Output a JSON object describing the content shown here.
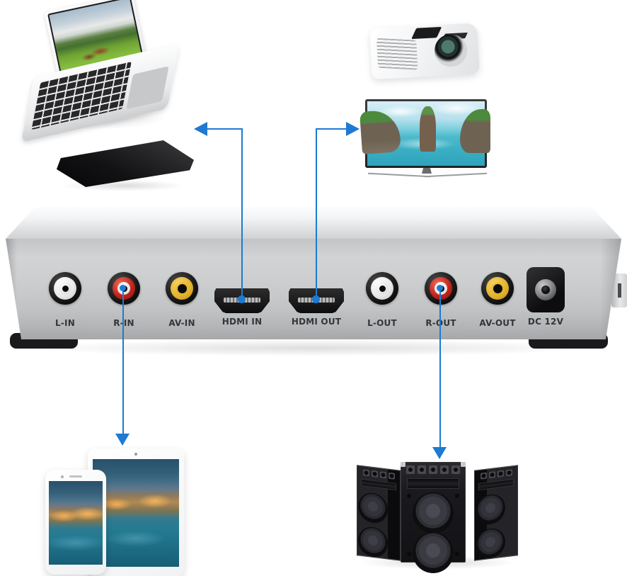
{
  "colors": {
    "accent": "#1e7ad2",
    "rca_white": "#e9e9e9",
    "rca_red": "#c3231c",
    "rca_yellow": "#e5b42f",
    "label_text": "#33363a",
    "body_silver": "#c9cbcd"
  },
  "device": {
    "ports": [
      {
        "label": "L-IN",
        "connector": "rca",
        "color": "white"
      },
      {
        "label": "R-IN",
        "connector": "rca",
        "color": "red"
      },
      {
        "label": "AV-IN",
        "connector": "rca",
        "color": "yellow"
      },
      {
        "label": "HDMI IN",
        "connector": "hdmi"
      },
      {
        "label": "HDMI OUT",
        "connector": "hdmi"
      },
      {
        "label": "L-OUT",
        "connector": "rca",
        "color": "white"
      },
      {
        "label": "R-OUT",
        "connector": "rca",
        "color": "red"
      },
      {
        "label": "AV-OUT",
        "connector": "rca",
        "color": "yellow"
      },
      {
        "label": "DC 12V",
        "connector": "dc-power"
      }
    ]
  },
  "illustrations": [
    "laptop",
    "dvd-player",
    "projector",
    "tv",
    "tablet",
    "smartphone",
    "speakers"
  ],
  "connections": [
    {
      "port": "HDMI IN",
      "arrow_points_to": "laptop / dvd player"
    },
    {
      "port": "HDMI OUT",
      "arrow_points_to": "tv / projector"
    },
    {
      "port": "R-IN",
      "arrow_points_to": "tablet / smartphone"
    },
    {
      "port": "R-OUT",
      "arrow_points_to": "speakers"
    }
  ]
}
